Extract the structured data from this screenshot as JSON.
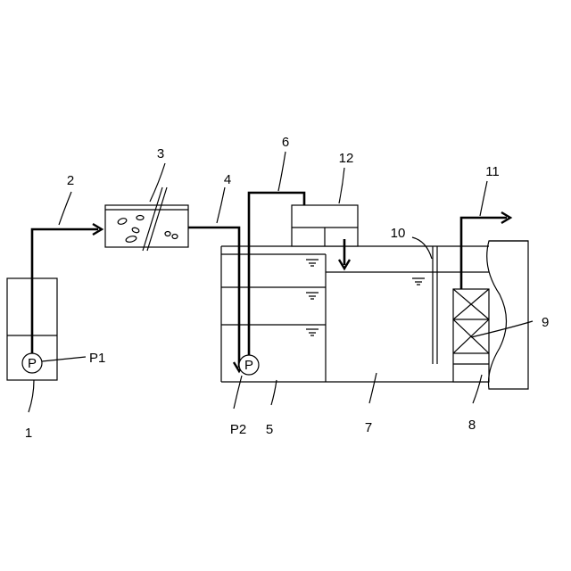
{
  "labels": {
    "l1": "1",
    "l2": "2",
    "l3": "3",
    "l4": "4",
    "l5": "5",
    "l6": "6",
    "l7": "7",
    "l8": "8",
    "l9": "9",
    "l10": "10",
    "l11": "11",
    "l12": "12",
    "p1": "P1",
    "p2": "P2",
    "pump_symbol": "P"
  }
}
